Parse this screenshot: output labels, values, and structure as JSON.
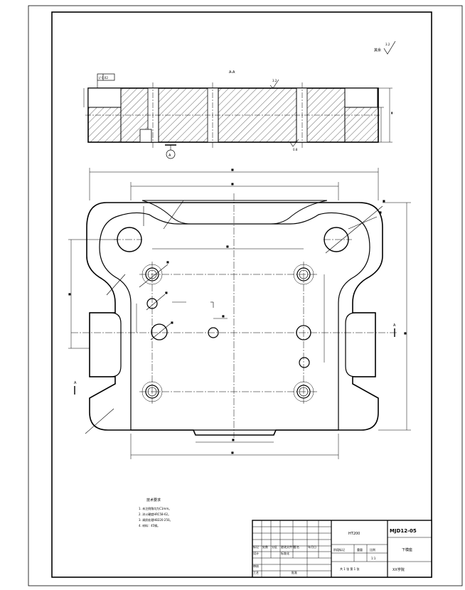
{
  "drawing": {
    "roughness_note": "其余",
    "roughness_value": "3.2",
    "section_label": "A-A",
    "datum_label": "A",
    "section_marker_letter": "A",
    "tolerance_box": "// 0.02",
    "roughness_marks": [
      "3.2",
      "3.2",
      "0.8"
    ]
  },
  "tech_requirements": {
    "title": "技术要求",
    "items": [
      "1. 未注倒角均为C1mm。",
      "2. 淬火硬度HRC58-62。",
      "3. 调质处理HB220-250。",
      "4. 材料：45钢。"
    ]
  },
  "title_block": {
    "material": "HT200",
    "drawing_number": "MJD12-05",
    "part_name": "下模座",
    "scale": "1:1",
    "sheet_info": "共 1 张  第 1 张",
    "org": "XX学院",
    "header_cells": [
      "标记",
      "处数",
      "分区",
      "更改文件号",
      "签名",
      "年月日"
    ],
    "design_label": "设计",
    "standardize_label": "标准化",
    "stage_label": "阶段标记",
    "weight_label": "重量",
    "scale_label": "比例",
    "review_label": "审核",
    "process_label": "工艺",
    "approve_label": "批准"
  }
}
